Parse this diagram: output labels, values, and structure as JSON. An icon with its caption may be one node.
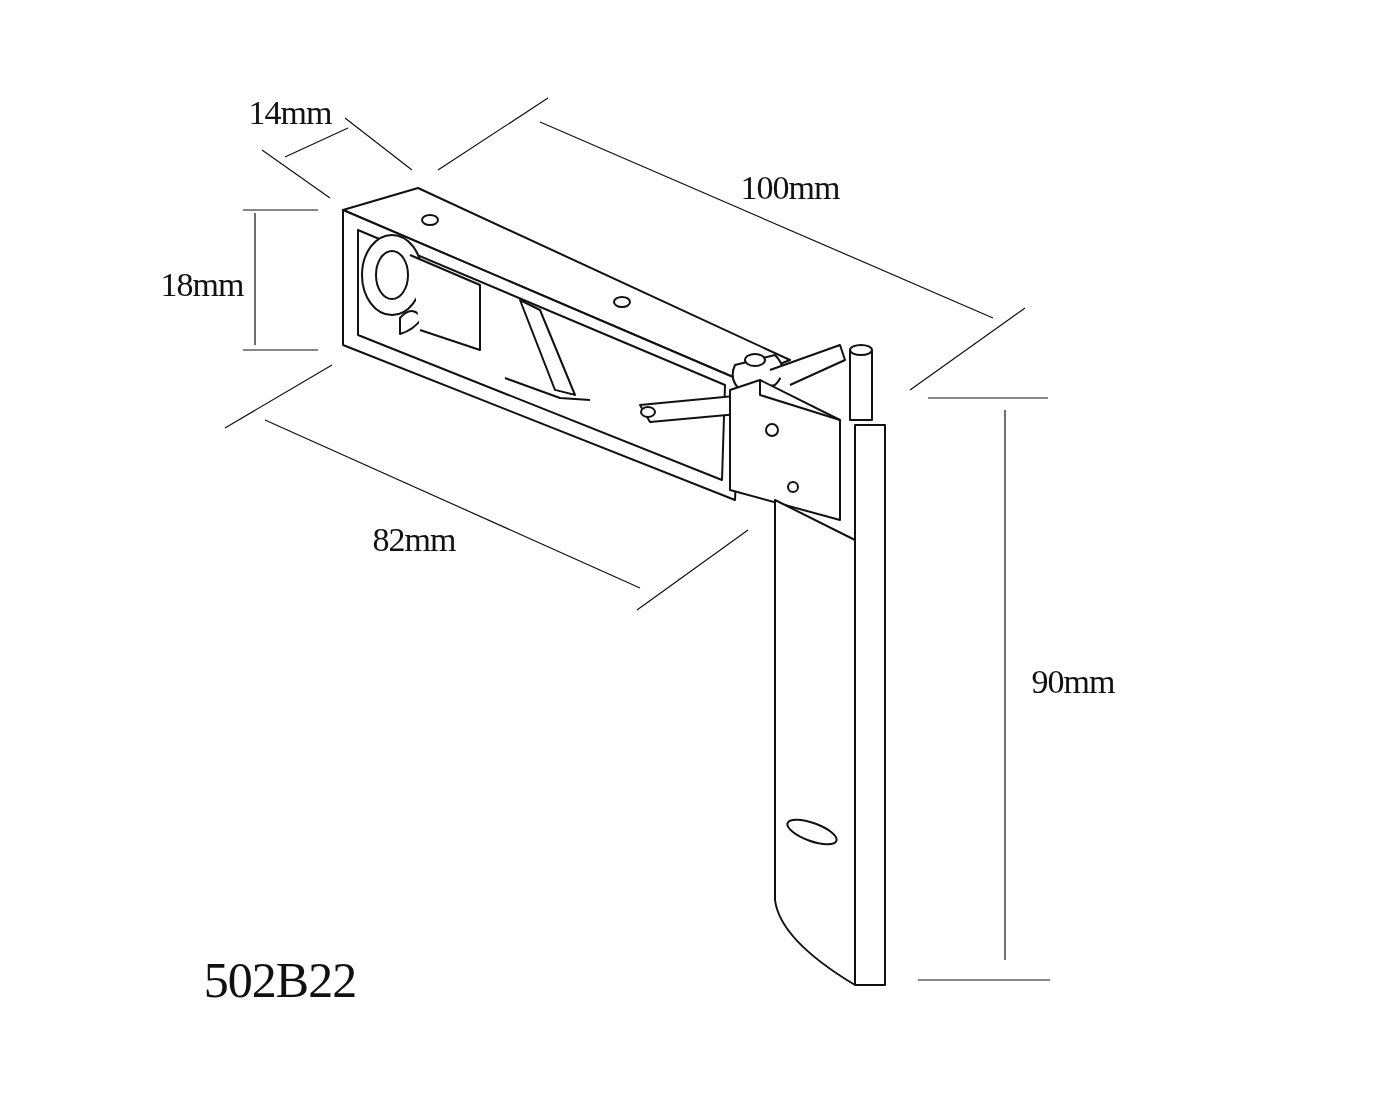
{
  "diagram": {
    "labels": [
      "14mm",
      "100mm",
      "18mm",
      "82mm",
      "90mm",
      "502B22"
    ]
  }
}
